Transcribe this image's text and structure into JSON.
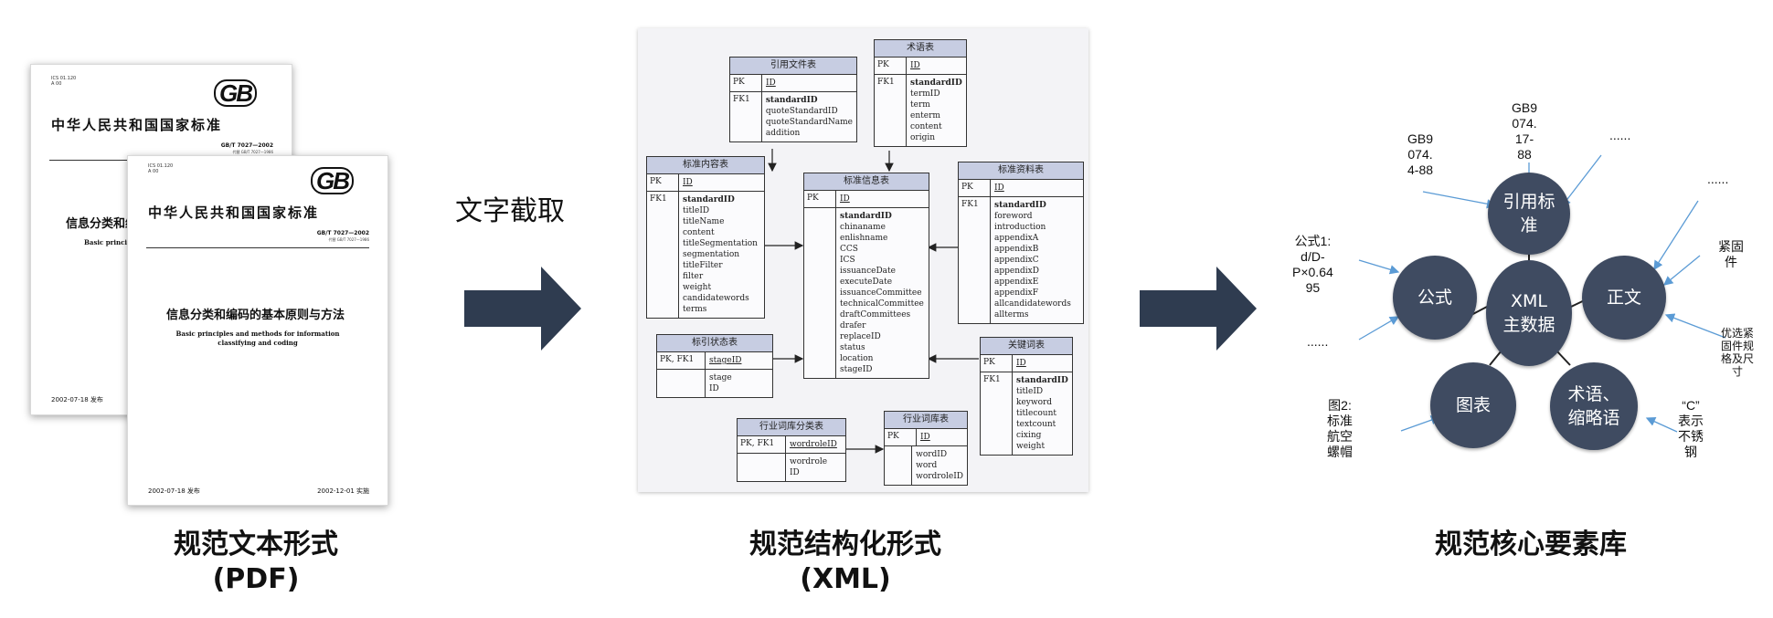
{
  "pdf_section": {
    "back_doc": {
      "code_top": "ICS 01.120\nA 00",
      "gb_logo": "GB",
      "org": "中华人民共和国国家标准",
      "std_no": "GB/T 7027—2002",
      "std_replace": "代替 GB/T 7027—1986",
      "title": "信息分类和编",
      "en_title": "Basic princi",
      "issue_date": "2002-07-18 发布"
    },
    "front_doc": {
      "code_top": "ICS 01.120\nA 00",
      "gb_logo": "GB",
      "org": "中华人民共和国国家标准",
      "std_no": "GB/T 7027—2002",
      "std_replace": "代替 GB/T 7027—1986",
      "title": "信息分类和编码的基本原则与方法",
      "en_title_line1": "Basic principles and methods for information",
      "en_title_line2": "classifying and coding",
      "issue_date": "2002-07-18 发布",
      "impl_date": "2002-12-01 实施"
    },
    "caption_line1": "规范文本形式",
    "caption_line2": "(PDF)"
  },
  "arrow1_label": "文字截取",
  "xml_section": {
    "caption_line1": "规范结构化形式",
    "caption_line2": "(XML)",
    "entities": {
      "citation": {
        "title": "引用文件表",
        "pk_key": "PK",
        "pk_field": "ID",
        "fk_key": "FK1",
        "fields": [
          "standardID",
          "quoteStandardID",
          "quoteStandardName",
          "addition"
        ]
      },
      "term": {
        "title": "术语表",
        "pk_key": "PK",
        "pk_field": "ID",
        "fk_key": "FK1",
        "fields": [
          "standardID",
          "termID",
          "term",
          "enterm",
          "content",
          "origin"
        ]
      },
      "content": {
        "title": "标准内容表",
        "pk_key": "PK",
        "pk_field": "ID",
        "fk_key": "FK1",
        "fields": [
          "standardID",
          "titleID",
          "titleName",
          "content",
          "titleSegmentation",
          "segmentation",
          "titleFilter",
          "filter",
          "weight",
          "candidatewords",
          "terms"
        ]
      },
      "info": {
        "title": "标准信息表",
        "pk_key": "PK",
        "pk_field": "ID",
        "fields": [
          "standardID",
          "chinaname",
          "enlishname",
          "CCS",
          "ICS",
          "issuanceDate",
          "executeDate",
          "issuanceCommittee",
          "technicalCommittee",
          "draftCommittees",
          "drafer",
          "replaceID",
          "status",
          "location",
          "stageID"
        ]
      },
      "material": {
        "title": "标准资料表",
        "pk_key": "PK",
        "pk_field": "ID",
        "fk_key": "FK1",
        "fields": [
          "standardID",
          "foreword",
          "introduction",
          "appendixA",
          "appendixB",
          "appendixC",
          "appendixD",
          "appendixE",
          "appendixF",
          "allcandidatewords",
          "allterms"
        ]
      },
      "stage": {
        "title": "标引状态表",
        "pk_key": "PK, FK1",
        "pk_field": "stageID",
        "fields": [
          "stage",
          "ID"
        ]
      },
      "keyword": {
        "title": "关键词表",
        "pk_key": "PK",
        "pk_field": "ID",
        "fk_key": "FK1",
        "fields": [
          "standardID",
          "titleID",
          "keyword",
          "titlecount",
          "textcount",
          "cixing",
          "weight"
        ]
      },
      "industry_class": {
        "title": "行业词库分类表",
        "pk_key": "PK, FK1",
        "pk_field": "wordroleID",
        "fields": [
          "wordrole",
          "ID"
        ]
      },
      "industry": {
        "title": "行业词库表",
        "pk_key": "PK",
        "pk_field": "ID",
        "fields": [
          "wordID",
          "word",
          "wordroleID"
        ]
      }
    }
  },
  "element_section": {
    "caption": "规范核心要素库",
    "center": "XML\n主数据",
    "nodes": {
      "citation": "引用标\n准",
      "formula": "公式",
      "body": "正文",
      "chart": "图表",
      "term": "术语、\n缩略语"
    },
    "notes": {
      "gb_a": "GB9\n074.\n4-88",
      "gb_b": "GB9\n074.\n17-\n88",
      "dots_top": "......",
      "dots_right": "......",
      "fastener": "紧固\n件",
      "formula1": "公式1:\nd/D-\nP×0.64\n95",
      "dots_left": "......",
      "preferred": "优选紧\n固件规\n格及尺\n寸",
      "fig2": "图2:\n标准\n航空\n螺帽",
      "c_mark": "“C”\n表示\n不锈\n钢"
    }
  },
  "colors": {
    "node_fill": "#3f4b61",
    "arrow_fill": "#2f3c50",
    "note_arrow": "#5b9bd5",
    "entity_header": "#c7cde2"
  }
}
